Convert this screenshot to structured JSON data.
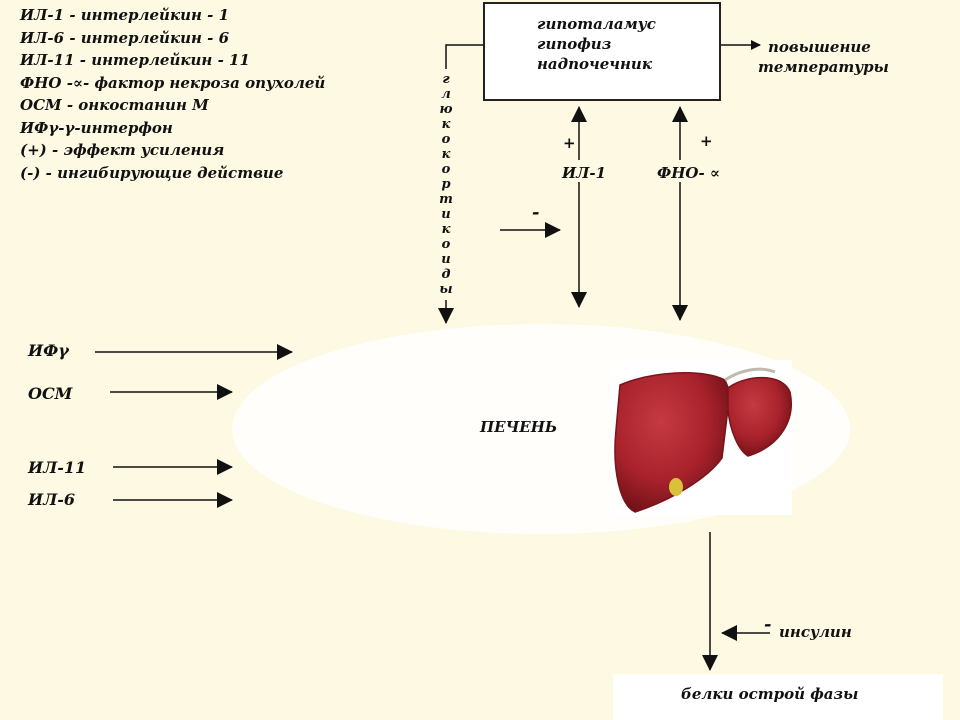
{
  "legend": [
    "ИЛ-1 - интерлейкин - 1",
    "ИЛ-6 - интерлейкин - 6",
    "ИЛ-11 - интерлейкин - 11",
    "ФНО -∝- фактор некроза опухолей",
    "ОСМ - онкостанин М",
    "ИФγ-γ-интерфон",
    "(+) - эффект усиления",
    "(-) - ингибирующие действие"
  ],
  "box": {
    "line1": "гипоталамус",
    "line2": "гипофиз",
    "line3": "надпочечник"
  },
  "temperature": {
    "line1": "повышение",
    "line2": "температуры"
  },
  "glucocorticoids": [
    "г",
    "л",
    "ю",
    "к",
    "о",
    "к",
    "о",
    "р",
    "т",
    "и",
    "к",
    "о",
    "и",
    "д",
    "ы"
  ],
  "signals": {
    "il1": "ИЛ-1",
    "tnf": "ФНО- ∝",
    "plus_il1": "+",
    "plus_tnf": "+",
    "minus_gluco": "-",
    "minus_insulin": "-"
  },
  "inputs": {
    "ifg": "ИФγ",
    "osm": "ОСМ",
    "il11": "ИЛ-11",
    "il6": "ИЛ-6"
  },
  "liver": "ПЕЧЕНЬ",
  "insulin": "инсулин",
  "output": "белки острой фазы",
  "colors": {
    "background": "#fdf9e3",
    "liver": "#a8222c",
    "gallbladder": "#d8c23a"
  }
}
